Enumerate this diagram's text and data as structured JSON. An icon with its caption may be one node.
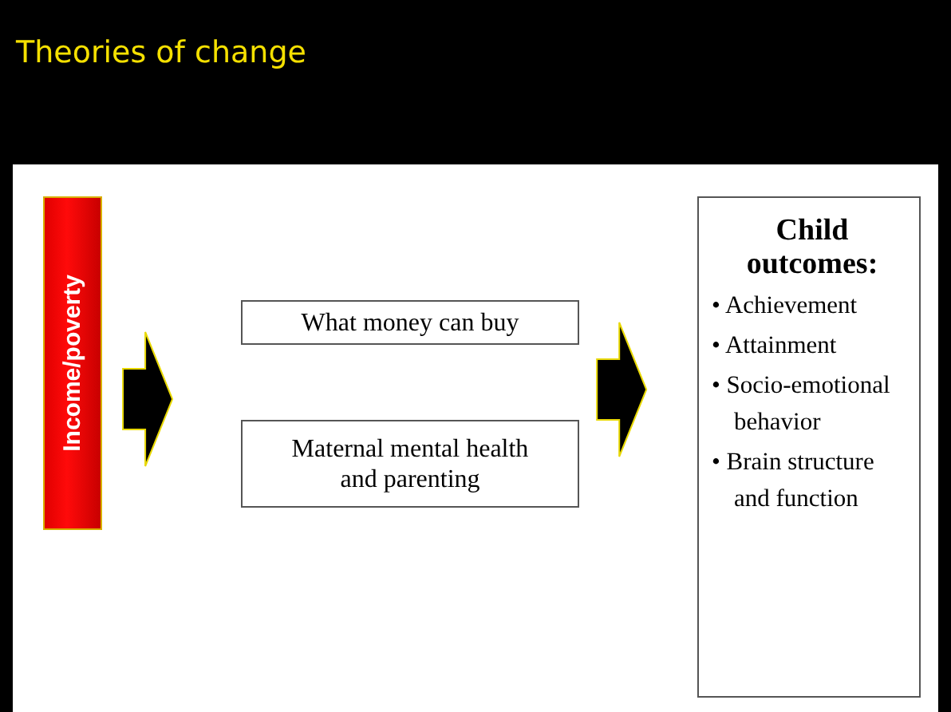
{
  "diagram": {
    "title": "Theories of change",
    "nodes": [
      {
        "text": [
          "Income/poverty"
        ]
      },
      {
        "text": [
          "What money can buy"
        ]
      },
      {
        "text": [
          "Maternal mental health and parenting"
        ]
      },
      {
        "text": [
          "Child outcomes:",
          "• Achievement",
          "• Attainment",
          "• Socio-emotional behavior",
          "• Brain structure and function"
        ]
      }
    ],
    "edges": [
      {
        "from": 0,
        "to": 1,
        "arrow": "to"
      },
      {
        "from": 0,
        "to": 2,
        "arrow": "to"
      },
      {
        "from": 1,
        "to": 3,
        "arrow": "to"
      },
      {
        "from": 2,
        "to": 3,
        "arrow": "to"
      }
    ]
  }
}
